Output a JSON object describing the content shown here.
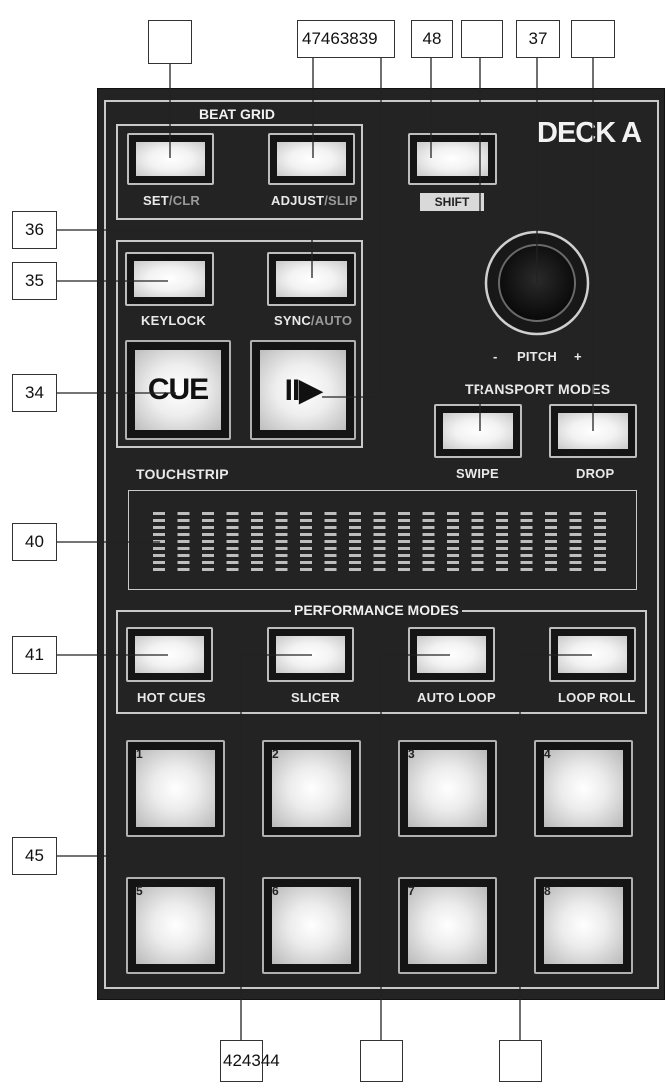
{
  "deck": {
    "title": "DECK A",
    "sections": {
      "beat_grid": "BEAT GRID",
      "transport_modes": "TRANSPORT MODES",
      "touchstrip": "TOUCHSTRIP",
      "performance_modes": "PERFORMANCE MODES"
    },
    "buttons": {
      "set": "SET",
      "set_alt": "/CLR",
      "adjust": "ADJUST",
      "adjust_alt": "/SLIP",
      "shift": "SHIFT",
      "keylock": "KEYLOCK",
      "sync": "SYNC",
      "sync_alt": "/AUTO",
      "cue": "CUE",
      "play": "II▶",
      "swipe": "SWIPE",
      "drop": "DROP",
      "hot_cues": "HOT CUES",
      "slicer": "SLICER",
      "auto_loop": "AUTO LOOP",
      "loop_roll": "LOOP ROLL"
    },
    "pitch": {
      "label": "PITCH",
      "minus": "-",
      "plus": "+"
    },
    "pads": [
      "1",
      "2",
      "3",
      "4",
      "5",
      "6",
      "7",
      "8"
    ]
  },
  "callouts": {
    "top_1": "",
    "top_2": "47463839",
    "top_3": "48",
    "top_4": "",
    "top_5": "37",
    "top_6": "",
    "left_36": "36",
    "left_35": "35",
    "left_34": "34",
    "left_40": "40",
    "left_41": "41",
    "left_45": "45",
    "bottom_1": "424344",
    "bottom_2": "",
    "bottom_3": ""
  },
  "colors": {
    "panel": "#232323",
    "frame": "#c9c9c9",
    "button_light": "#ffffff",
    "label_dim": "#9a9a9a"
  }
}
